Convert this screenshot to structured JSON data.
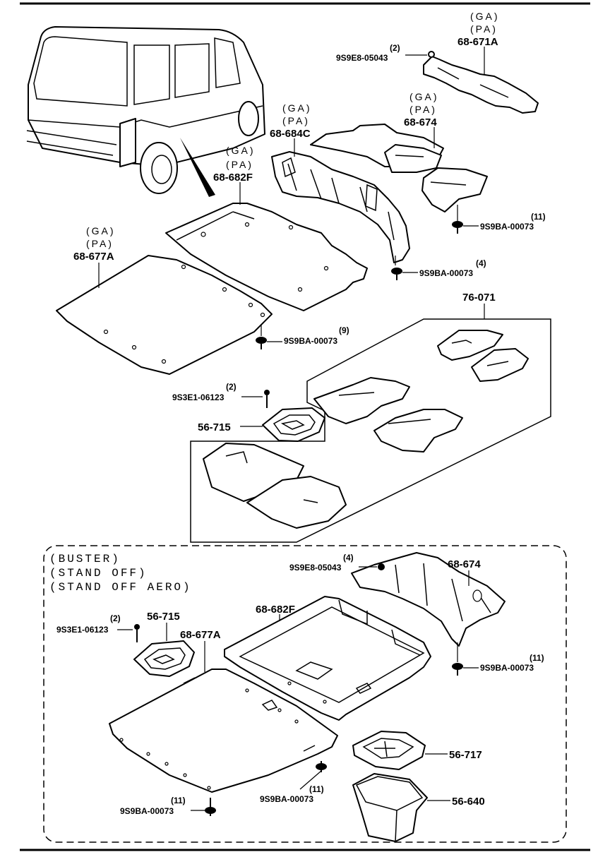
{
  "labels": {
    "p68671A_var1": "(GA)",
    "p68671A_var2": "(PA)",
    "p68671A_num": "68-671A",
    "clip_top_qty": "(2)",
    "clip_top_num": "9S9E8-05043",
    "p68684C_var1": "(GA)",
    "p68684C_var2": "(PA)",
    "p68684C_num": "68-684C",
    "p68674_var1": "(GA)",
    "p68674_var2": "(PA)",
    "p68674_num": "68-674",
    "p68682F_var1": "(GA)",
    "p68682F_var2": "(PA)",
    "p68682F_num": "68-682F",
    "clip11a_qty": "(11)",
    "clip11a_num": "9S9BA-00073",
    "p68677A_var1": "(GA)",
    "p68677A_var2": "(PA)",
    "p68677A_num": "68-677A",
    "clip4_qty": "(4)",
    "clip4_num": "9S9BA-00073",
    "p76071_num": "76-071",
    "clip9_qty": "(9)",
    "clip9_num": "9S9BA-00073",
    "screw_qty": "(2)",
    "screw_num": "9S3E1-06123",
    "p56715_num": "56-715"
  },
  "buster": {
    "line1": "(BUSTER)",
    "line2": "(STAND OFF)",
    "line3": "(STAND OFF AERO)",
    "clip4_qty": "(4)",
    "clip4_num": "9S9E8-05043",
    "p68674_num": "68-674",
    "p68682F_num": "68-682F",
    "screw_qty": "(2)",
    "screw_num": "9S3E1-06123",
    "p56715_num": "56-715",
    "p68677A_num": "68-677A",
    "clip11r_qty": "(11)",
    "clip11r_num": "9S9BA-00073",
    "p56717_num": "56-717",
    "p56640_num": "56-640",
    "clip11m_qty": "(11)",
    "clip11m_num": "9S9BA-00073",
    "clip11l_qty": "(11)",
    "clip11l_num": "9S9BA-00073"
  }
}
